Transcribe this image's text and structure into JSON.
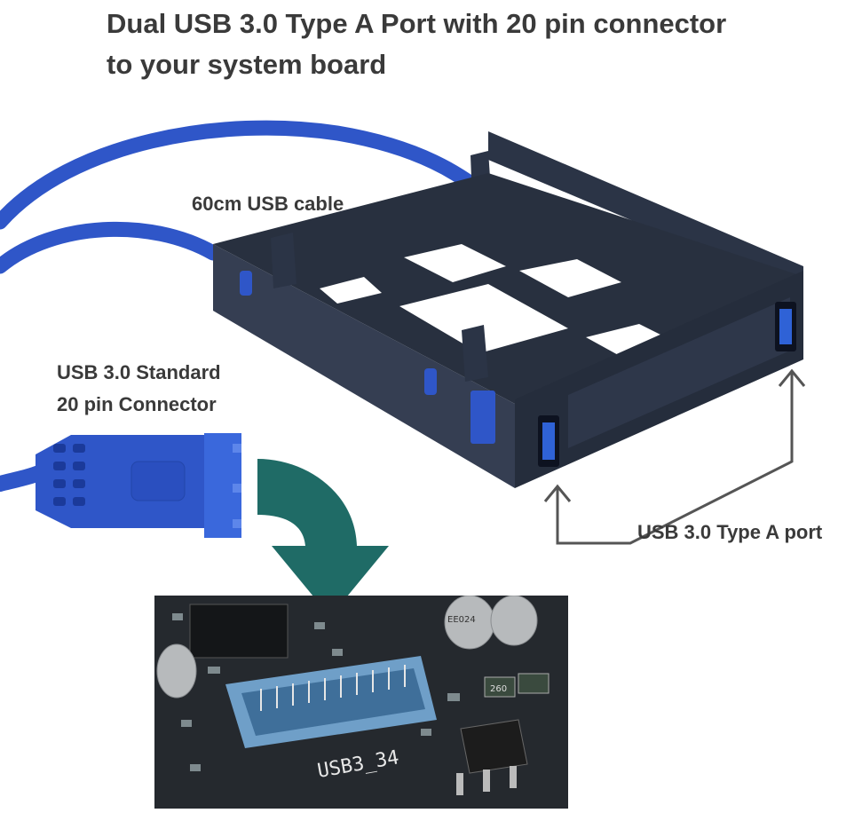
{
  "title": {
    "line1": "Dual USB 3.0 Type A Port with 20 pin connector",
    "line2": "to your system board"
  },
  "labels": {
    "cable": "60cm USB cable",
    "connector_line1": "USB 3.0 Standard",
    "connector_line2": "20 pin Connector",
    "port": "USB 3.0 Type A port"
  },
  "board_markings": {
    "header": "USB3_34",
    "chip": "EE024",
    "resistor": "260"
  },
  "colors": {
    "cable_blue": "#2f56c8",
    "bracket": "#2b3446",
    "arrow_green": "#1f6b66",
    "pointer": "#555555",
    "header_blue": "#6f9fc8"
  }
}
